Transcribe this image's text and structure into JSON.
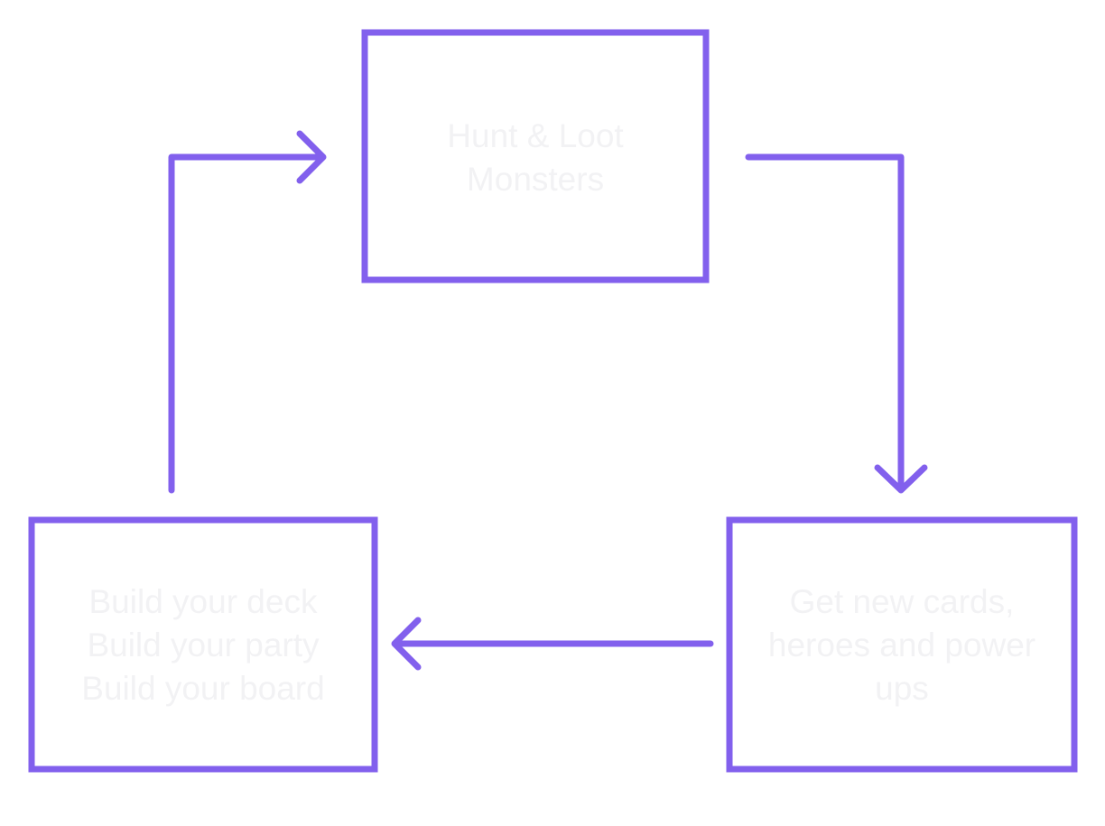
{
  "colors": {
    "accent": "#8260ED",
    "label_text": "#F2F2F4",
    "background": "#FFFFFF"
  },
  "nodes": {
    "hunt": {
      "label": "Hunt & Loot\nMonsters"
    },
    "rewards": {
      "label": "Get new cards,\nheroes and power\nups"
    },
    "build": {
      "label": "Build your deck\nBuild your party\nBuild your board"
    }
  }
}
